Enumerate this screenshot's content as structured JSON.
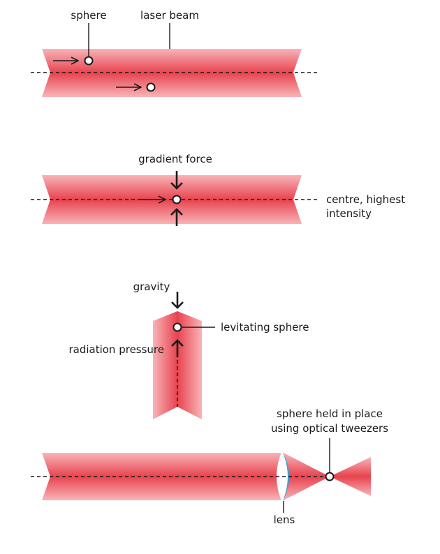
{
  "colors": {
    "beam_edge": "#f6a9ae",
    "beam_center": "#e8434f",
    "ink": "#1a1a1a",
    "lens": "#28a8dc",
    "background": "#ffffff"
  },
  "icons": [
    "right-arrow-icon",
    "down-arrow-icon",
    "up-arrow-icon",
    "sphere-icon",
    "lens-icon"
  ],
  "panel1": {
    "label_sphere": "sphere",
    "label_beam": "laser beam"
  },
  "panel2": {
    "label_gradient": "gradient force",
    "label_centre_line1": "centre, highest",
    "label_centre_line2": "intensity"
  },
  "panel3": {
    "label_gravity": "gravity",
    "label_levitating": "levitating sphere",
    "label_radiation": "radiation pressure"
  },
  "panel4": {
    "label_held_line1": "sphere held in place",
    "label_held_line2": "using optical tweezers",
    "label_lens": "lens"
  }
}
